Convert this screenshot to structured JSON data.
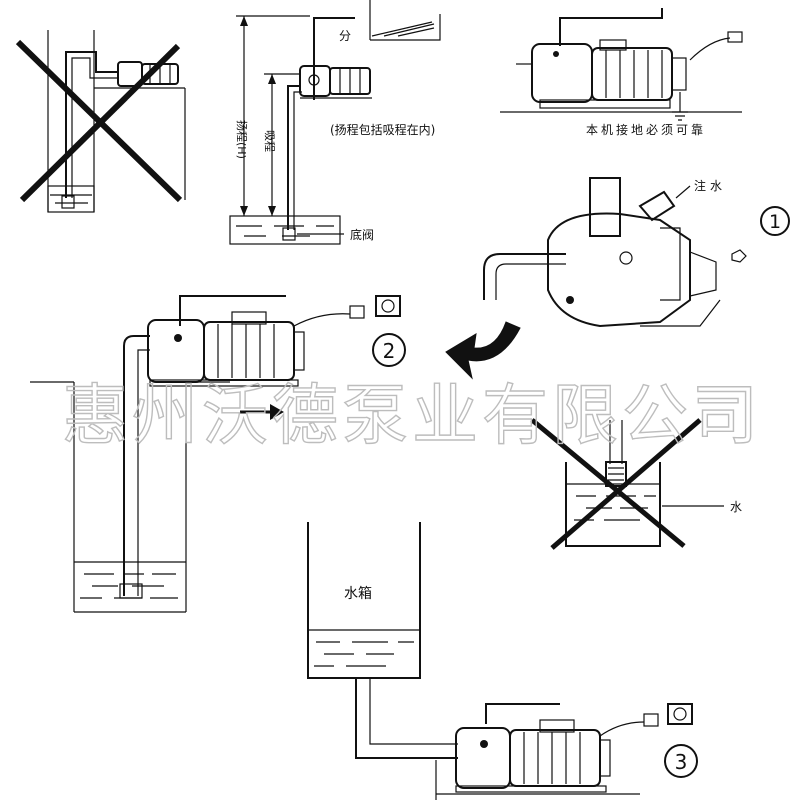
{
  "labels": {
    "outlet": "分",
    "head_total": "扬程(H)",
    "suction_lift": "吸程",
    "head_includes_suction": "(扬程包括吸程在内)",
    "grounding_note": "本机接地必须可靠",
    "fill_water": "注水",
    "foot_valve": "底阀",
    "water": "水",
    "water_tank": "水箱",
    "step1": "1",
    "step2": "2",
    "step3": "3"
  },
  "watermark": "惠州沃德泵业有限公司",
  "colors": {
    "ink": "#111111",
    "watermark": "#bdbdbd",
    "background": "#ffffff"
  },
  "icons": [
    "cross-mark-icon",
    "curved-arrow-icon",
    "right-arrow-icon",
    "plug-icon",
    "socket-icon"
  ]
}
